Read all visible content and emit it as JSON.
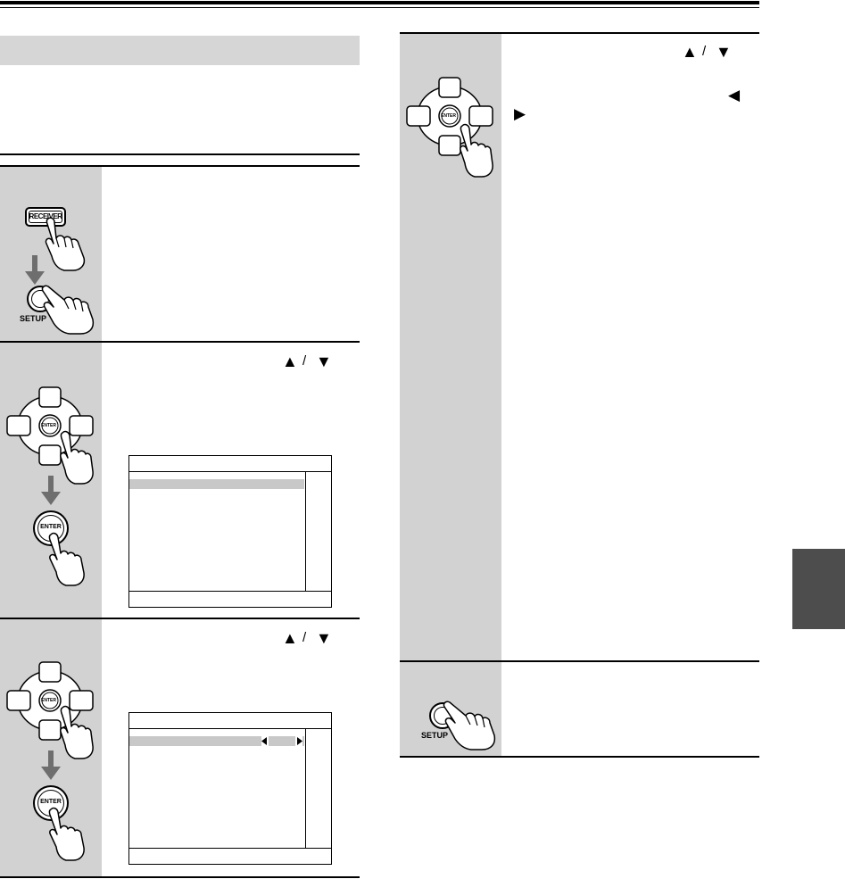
{
  "page": {
    "section_title": "",
    "intro_text": ""
  },
  "remote": {
    "receiver_label": "RECEIVER",
    "setup_label": "SETUP",
    "enter_label": "ENTER"
  },
  "arrows": {
    "up": "▲",
    "down": "▼",
    "left": "◀",
    "right": "▶",
    "slash": "/"
  },
  "colors": {
    "panel_gray": "#d2d2d2",
    "header_gray": "#d6d6d6",
    "menu_highlight": "#c8c8c8",
    "rule": "#000000",
    "side_tab": "#4d4d4d"
  },
  "icons": {
    "pointing_hand": "hand-icon",
    "down_arrow": "down-arrow-icon",
    "dpad": "dpad-icon"
  }
}
